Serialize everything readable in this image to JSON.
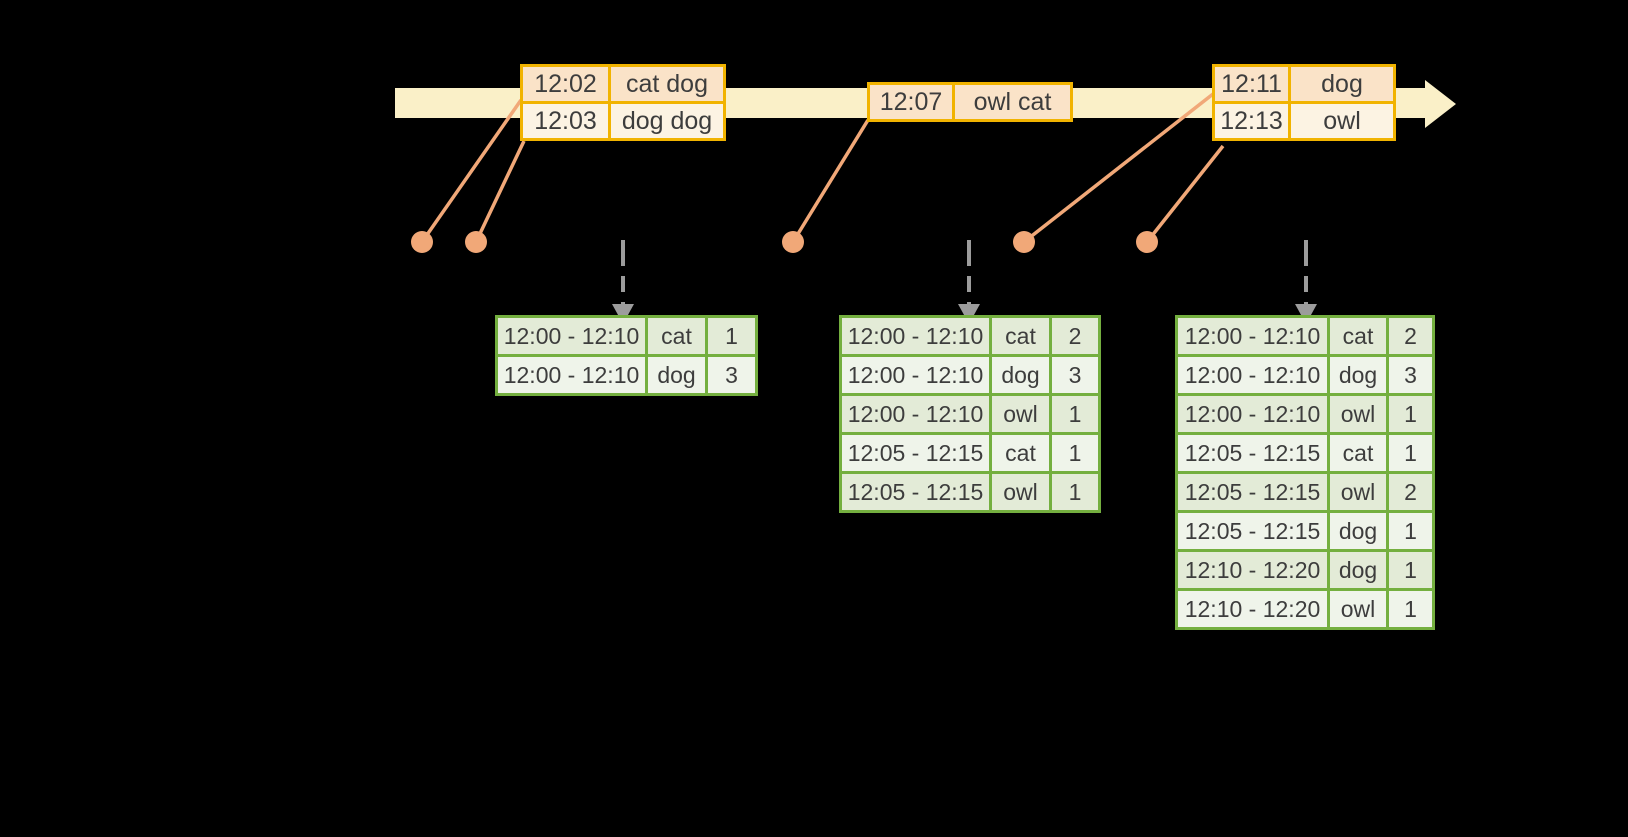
{
  "colors": {
    "background": "#000000",
    "timeline_band": "#faf0c8",
    "event_border": "#f1b300",
    "event_row_peach": "#fae3c8",
    "event_row_cream": "#fcf3e3",
    "event_dot_salmon": "#f1a878",
    "trigger_arrow_gray": "#9c9c9c",
    "result_border": "#74af3f",
    "result_row_dark": "#e3ebd7",
    "result_row_light": "#eff4ea",
    "table_text": "#3d3d3d"
  },
  "event_tables": [
    {
      "rows": [
        {
          "time": "12:02",
          "words": "cat dog"
        },
        {
          "time": "12:03",
          "words": "dog dog"
        }
      ]
    },
    {
      "rows": [
        {
          "time": "12:07",
          "words": "owl cat"
        }
      ]
    },
    {
      "rows": [
        {
          "time": "12:11",
          "words": "dog"
        },
        {
          "time": "12:13",
          "words": "owl"
        }
      ]
    }
  ],
  "result_tables": [
    {
      "rows": [
        {
          "window": "12:00 - 12:10",
          "word": "cat",
          "count": "1"
        },
        {
          "window": "12:00 - 12:10",
          "word": "dog",
          "count": "3"
        }
      ]
    },
    {
      "rows": [
        {
          "window": "12:00 - 12:10",
          "word": "cat",
          "count": "2"
        },
        {
          "window": "12:00 - 12:10",
          "word": "dog",
          "count": "3"
        },
        {
          "window": "12:00 - 12:10",
          "word": "owl",
          "count": "1"
        },
        {
          "window": "12:05 - 12:15",
          "word": "cat",
          "count": "1"
        },
        {
          "window": "12:05 - 12:15",
          "word": "owl",
          "count": "1"
        }
      ]
    },
    {
      "rows": [
        {
          "window": "12:00 - 12:10",
          "word": "cat",
          "count": "2"
        },
        {
          "window": "12:00 - 12:10",
          "word": "dog",
          "count": "3"
        },
        {
          "window": "12:00 - 12:10",
          "word": "owl",
          "count": "1"
        },
        {
          "window": "12:05 - 12:15",
          "word": "cat",
          "count": "1"
        },
        {
          "window": "12:05 - 12:15",
          "word": "owl",
          "count": "2"
        },
        {
          "window": "12:05 - 12:15",
          "word": "dog",
          "count": "1"
        },
        {
          "window": "12:10 - 12:20",
          "word": "dog",
          "count": "1"
        },
        {
          "window": "12:10 - 12:20",
          "word": "owl",
          "count": "1"
        }
      ]
    }
  ]
}
